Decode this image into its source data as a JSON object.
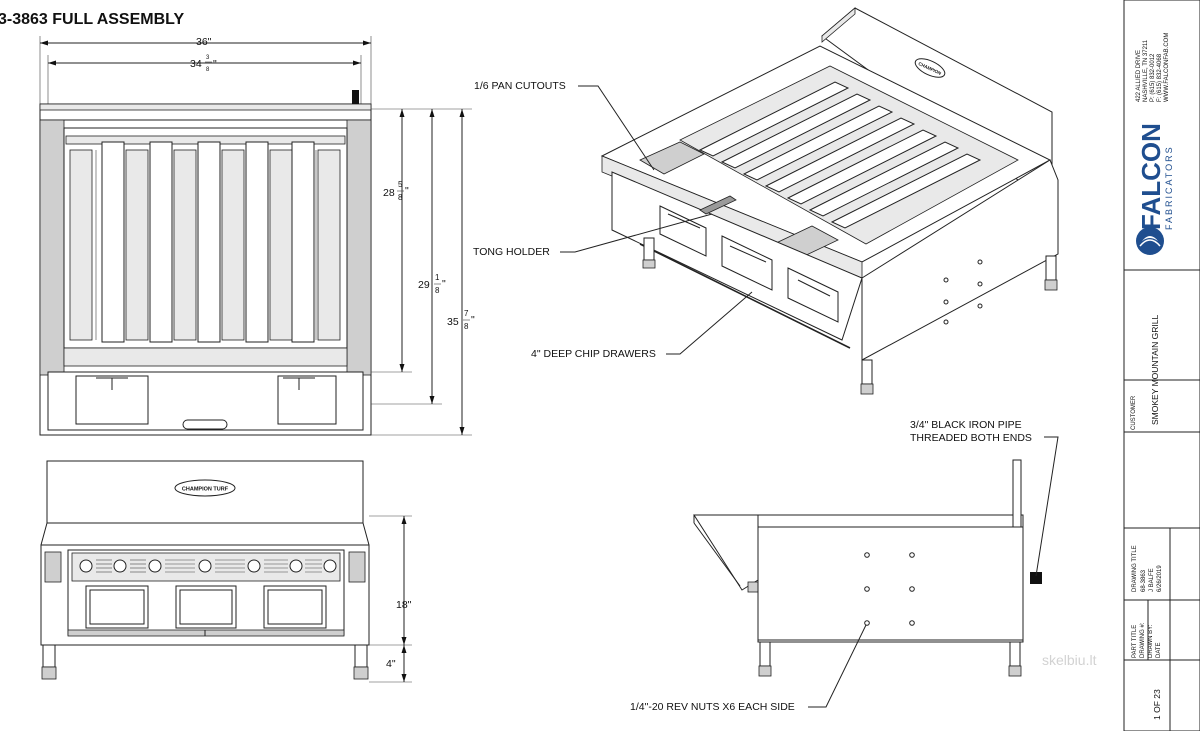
{
  "title": "3-3863 FULL ASSEMBLY",
  "front_view": {
    "dims": {
      "overall_width": "36\"",
      "inner_width_whole": "34",
      "inner_width_num": "3",
      "inner_width_den": "8",
      "inner_width_unit": "\"",
      "h1_whole": "28",
      "h1_num": "5",
      "h1_den": "8",
      "h1_unit": "\"",
      "h2_whole": "29",
      "h2_num": "1",
      "h2_den": "8",
      "h2_unit": "\"",
      "h3_whole": "35",
      "h3_num": "7",
      "h3_den": "8",
      "h3_unit": "\""
    }
  },
  "lower_front_view": {
    "logo_text": "CHAMPION TURF",
    "dims": {
      "height": "18\"",
      "leg": "4\""
    }
  },
  "iso_view": {
    "logo_text": "CHAMPION",
    "callouts": {
      "pan_cutouts": "1/6 PAN CUTOUTS",
      "tong_holder": "TONG HOLDER",
      "chip_drawers": "4\" DEEP CHIP DRAWERS"
    }
  },
  "side_view": {
    "callouts": {
      "pipe_line1": "3/4\" BLACK IRON PIPE",
      "pipe_line2": "THREADED BOTH ENDS",
      "rev_nuts": "1/4\"-20 REV NUTS X6 EACH SIDE"
    }
  },
  "title_block": {
    "company_main": "FALCON",
    "company_sub": "FABRICATORS",
    "address": [
      "422 ALLIED DRIVE",
      "NASHVILLE, TN 37211",
      "P: (615) 832-0012",
      "F: (615) 832-4068",
      "WWW.FALCONFAB.COM"
    ],
    "customer_label": "CUSTOMER",
    "drawing_title_label": "DRAWING TITLE",
    "drawing_title": "SMOKEY MOUNTAIN GRILL",
    "part_title_label": "PART TITLE",
    "drawing_no_label": "DRAWING #:",
    "drawn_by_label": "DRAWN BY:",
    "date_label": "DATE",
    "drawing_no": "68-3863",
    "drawn_by": "J BALFE",
    "date": "6/26/2019",
    "sheet": "1 OF 23"
  },
  "watermark": "skelbiu.lt"
}
